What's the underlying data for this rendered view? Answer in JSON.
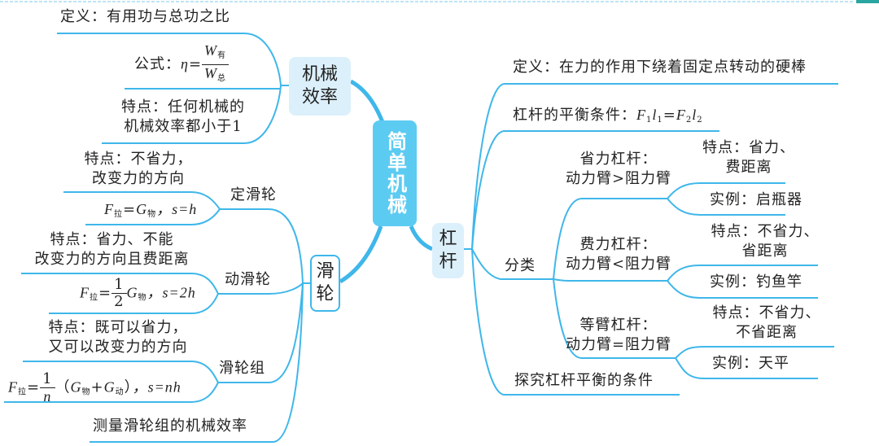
{
  "root": {
    "label": "简单机械"
  },
  "efficiency": {
    "label": "机械效率",
    "definition": "定义：有用功与总功之比",
    "formula": {
      "prefix": "公式：",
      "eta": "η",
      "eq": "=",
      "num": "W",
      "num_sub": "有",
      "den": "W",
      "den_sub": "总"
    },
    "feature_lines": [
      "特点：任何机械的",
      "机械效率都小于1"
    ]
  },
  "pulley": {
    "label": "滑轮",
    "fixed": {
      "label": "定滑轮",
      "feature_lines": [
        "特点：不省力，",
        "改变力的方向"
      ],
      "formula": {
        "F": "F",
        "F_sub": "拉",
        "eq": "=",
        "G": "G",
        "G_sub": "物",
        "rest": "，s=h"
      }
    },
    "movable": {
      "label": "动滑轮",
      "feature_lines": [
        "特点：省力、不能",
        "改变力的方向且费距离"
      ],
      "formula": {
        "F": "F",
        "F_sub": "拉",
        "eq": "=",
        "num": "1",
        "den": "2",
        "G": "G",
        "G_sub": "物",
        "rest": "，s=2h"
      }
    },
    "block": {
      "label": "滑轮组",
      "feature_lines": [
        "特点：既可以省力，",
        "又可以改变力的方向"
      ],
      "formula": {
        "F": "F",
        "F_sub": "拉",
        "eq": "=",
        "num": "1",
        "den": "n",
        "open": "（",
        "G1": "G",
        "G1_sub": "物",
        "plus": "+",
        "G2": "G",
        "G2_sub": "动",
        "close": "）",
        "rest": "，s=nh"
      }
    },
    "measure": "测量滑轮组的机械效率"
  },
  "lever": {
    "label": "杠杆",
    "definition": "定义：在力的作用下绕着固定点转动的硬棒",
    "balance": {
      "prefix": "杠杆的平衡条件：",
      "F1": "F",
      "s1": "1",
      "l1": "l",
      "t1": "1",
      "eq": "=",
      "F2": "F",
      "s2": "2",
      "l2": "l",
      "t2": "2"
    },
    "classify": "分类",
    "types": [
      {
        "lines": [
          "省力杠杆：",
          "动力臂>阻力臂"
        ],
        "feature_lines": [
          "特点：省力、",
          "费距离"
        ],
        "example": "实例：启瓶器"
      },
      {
        "lines": [
          "费力杠杆：",
          "动力臂<阻力臂"
        ],
        "feature_lines": [
          "特点：不省力、",
          "省距离"
        ],
        "example": "实例：钓鱼竿"
      },
      {
        "lines": [
          "等臂杠杆：",
          "动力臂=阻力臂"
        ],
        "feature_lines": [
          "特点：不省力、",
          "不省距离"
        ],
        "example": "实例：天平"
      }
    ],
    "explore": "探究杠杆平衡的条件"
  },
  "colors": {
    "line": "#3fb7ea",
    "root": "#5ccbf2",
    "box": "#dcf0fb"
  }
}
